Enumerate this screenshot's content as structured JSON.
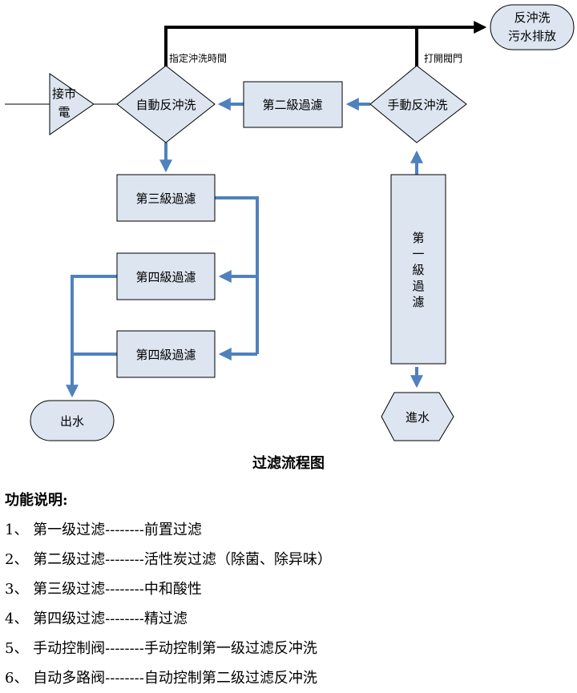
{
  "nodes": {
    "power": [
      "接市",
      "電"
    ],
    "auto_backwash": "自動反沖洗",
    "stage2": "第二級過濾",
    "manual_backwash": "手動反沖洗",
    "backwash_drain": [
      "反沖洗",
      "污水排放"
    ],
    "stage3": "第三級過濾",
    "stage4a": "第四級過濾",
    "stage4b": "第四級過濾",
    "stage1": [
      "第",
      "一",
      "級",
      "過",
      "濾"
    ],
    "outlet": "出水",
    "inlet": "進水"
  },
  "edge_labels": {
    "timed_backwash": "指定沖洗時間",
    "open_valve": "打開閥門"
  },
  "caption": "过滤流程图",
  "legend": {
    "title": "功能说明:",
    "items": [
      "1、 第一级过滤--------前置过滤",
      "2、 第二级过滤--------活性炭过滤（除菌、除异味）",
      "3、 第三级过滤--------中和酸性",
      "4、 第四级过滤--------精过滤",
      "5、 手动控制阀--------手动控制第一级过滤反冲洗",
      "6、 自动多路阀--------自动控制第二级过滤反冲洗"
    ]
  },
  "colors": {
    "box_fill": "#dce5f0",
    "arrow_blue": "#4f81bd",
    "drain_line": "#000000"
  }
}
